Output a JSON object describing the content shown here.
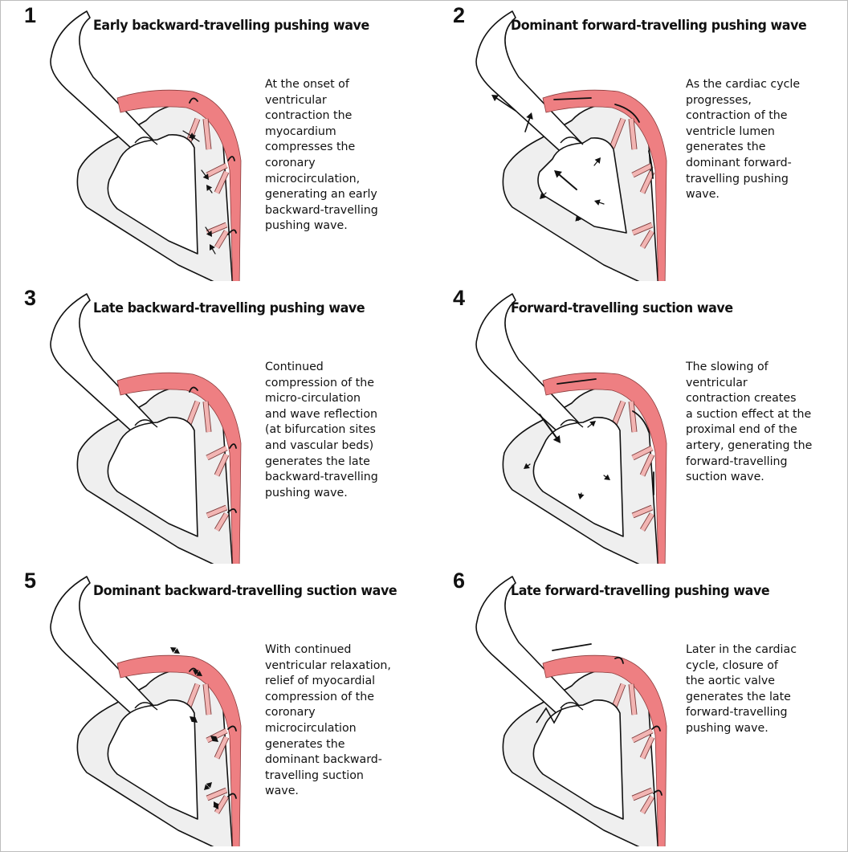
{
  "panels": [
    {
      "number": "1",
      "title": "Early backward-travelling pushing wave",
      "text": "At the onset of\nventricular\ncontraction the\nmyocardium\ncompresses the\ncoronary\nmicrocirculation,\ngenerating an early\nbackward-travelling\npushing wave."
    },
    {
      "number": "2",
      "title": "Dominant forward-travelling pushing wave",
      "text": "As the cardiac cycle\nprogresses,\ncontraction of the\nventricle lumen\ngenerates the\ndominant forward-\ntravelling pushing\nwave."
    },
    {
      "number": "3",
      "title": "Late backward-travelling pushing wave",
      "text": "Continued\ncompression of the\nmicro-circulation\nand wave reflection\n(at bifurcation sites\nand vascular beds)\ngenerates the late\nbackward-travelling\npushing wave."
    },
    {
      "number": "4",
      "title": "Forward-travelling suction wave",
      "text": "The slowing of\nventricular\ncontraction creates\na suction effect at the\nproximal end of the\nartery, generating the\nforward-travelling\nsuction wave."
    },
    {
      "number": "5",
      "title": "Dominant backward-travelling suction wave",
      "text": " With continued\nventricular relaxation,\nrelief of myocardial\ncompression of the\ncoronary\nmicrocirculation\ngenerates the\ndominant backward-\ntravelling suction\nwave."
    },
    {
      "number": "6",
      "title": "Late forward-travelling pushing wave",
      "text": " Later in the cardiac\ncycle, closure of\nthe aortic valve\ngenerates the late\nforward-travelling\npushing wave."
    }
  ],
  "colors": {
    "artery": "#ee7f82",
    "branch": "#f2b5b3",
    "myocardium": "#efefef",
    "outline": "#111111"
  }
}
